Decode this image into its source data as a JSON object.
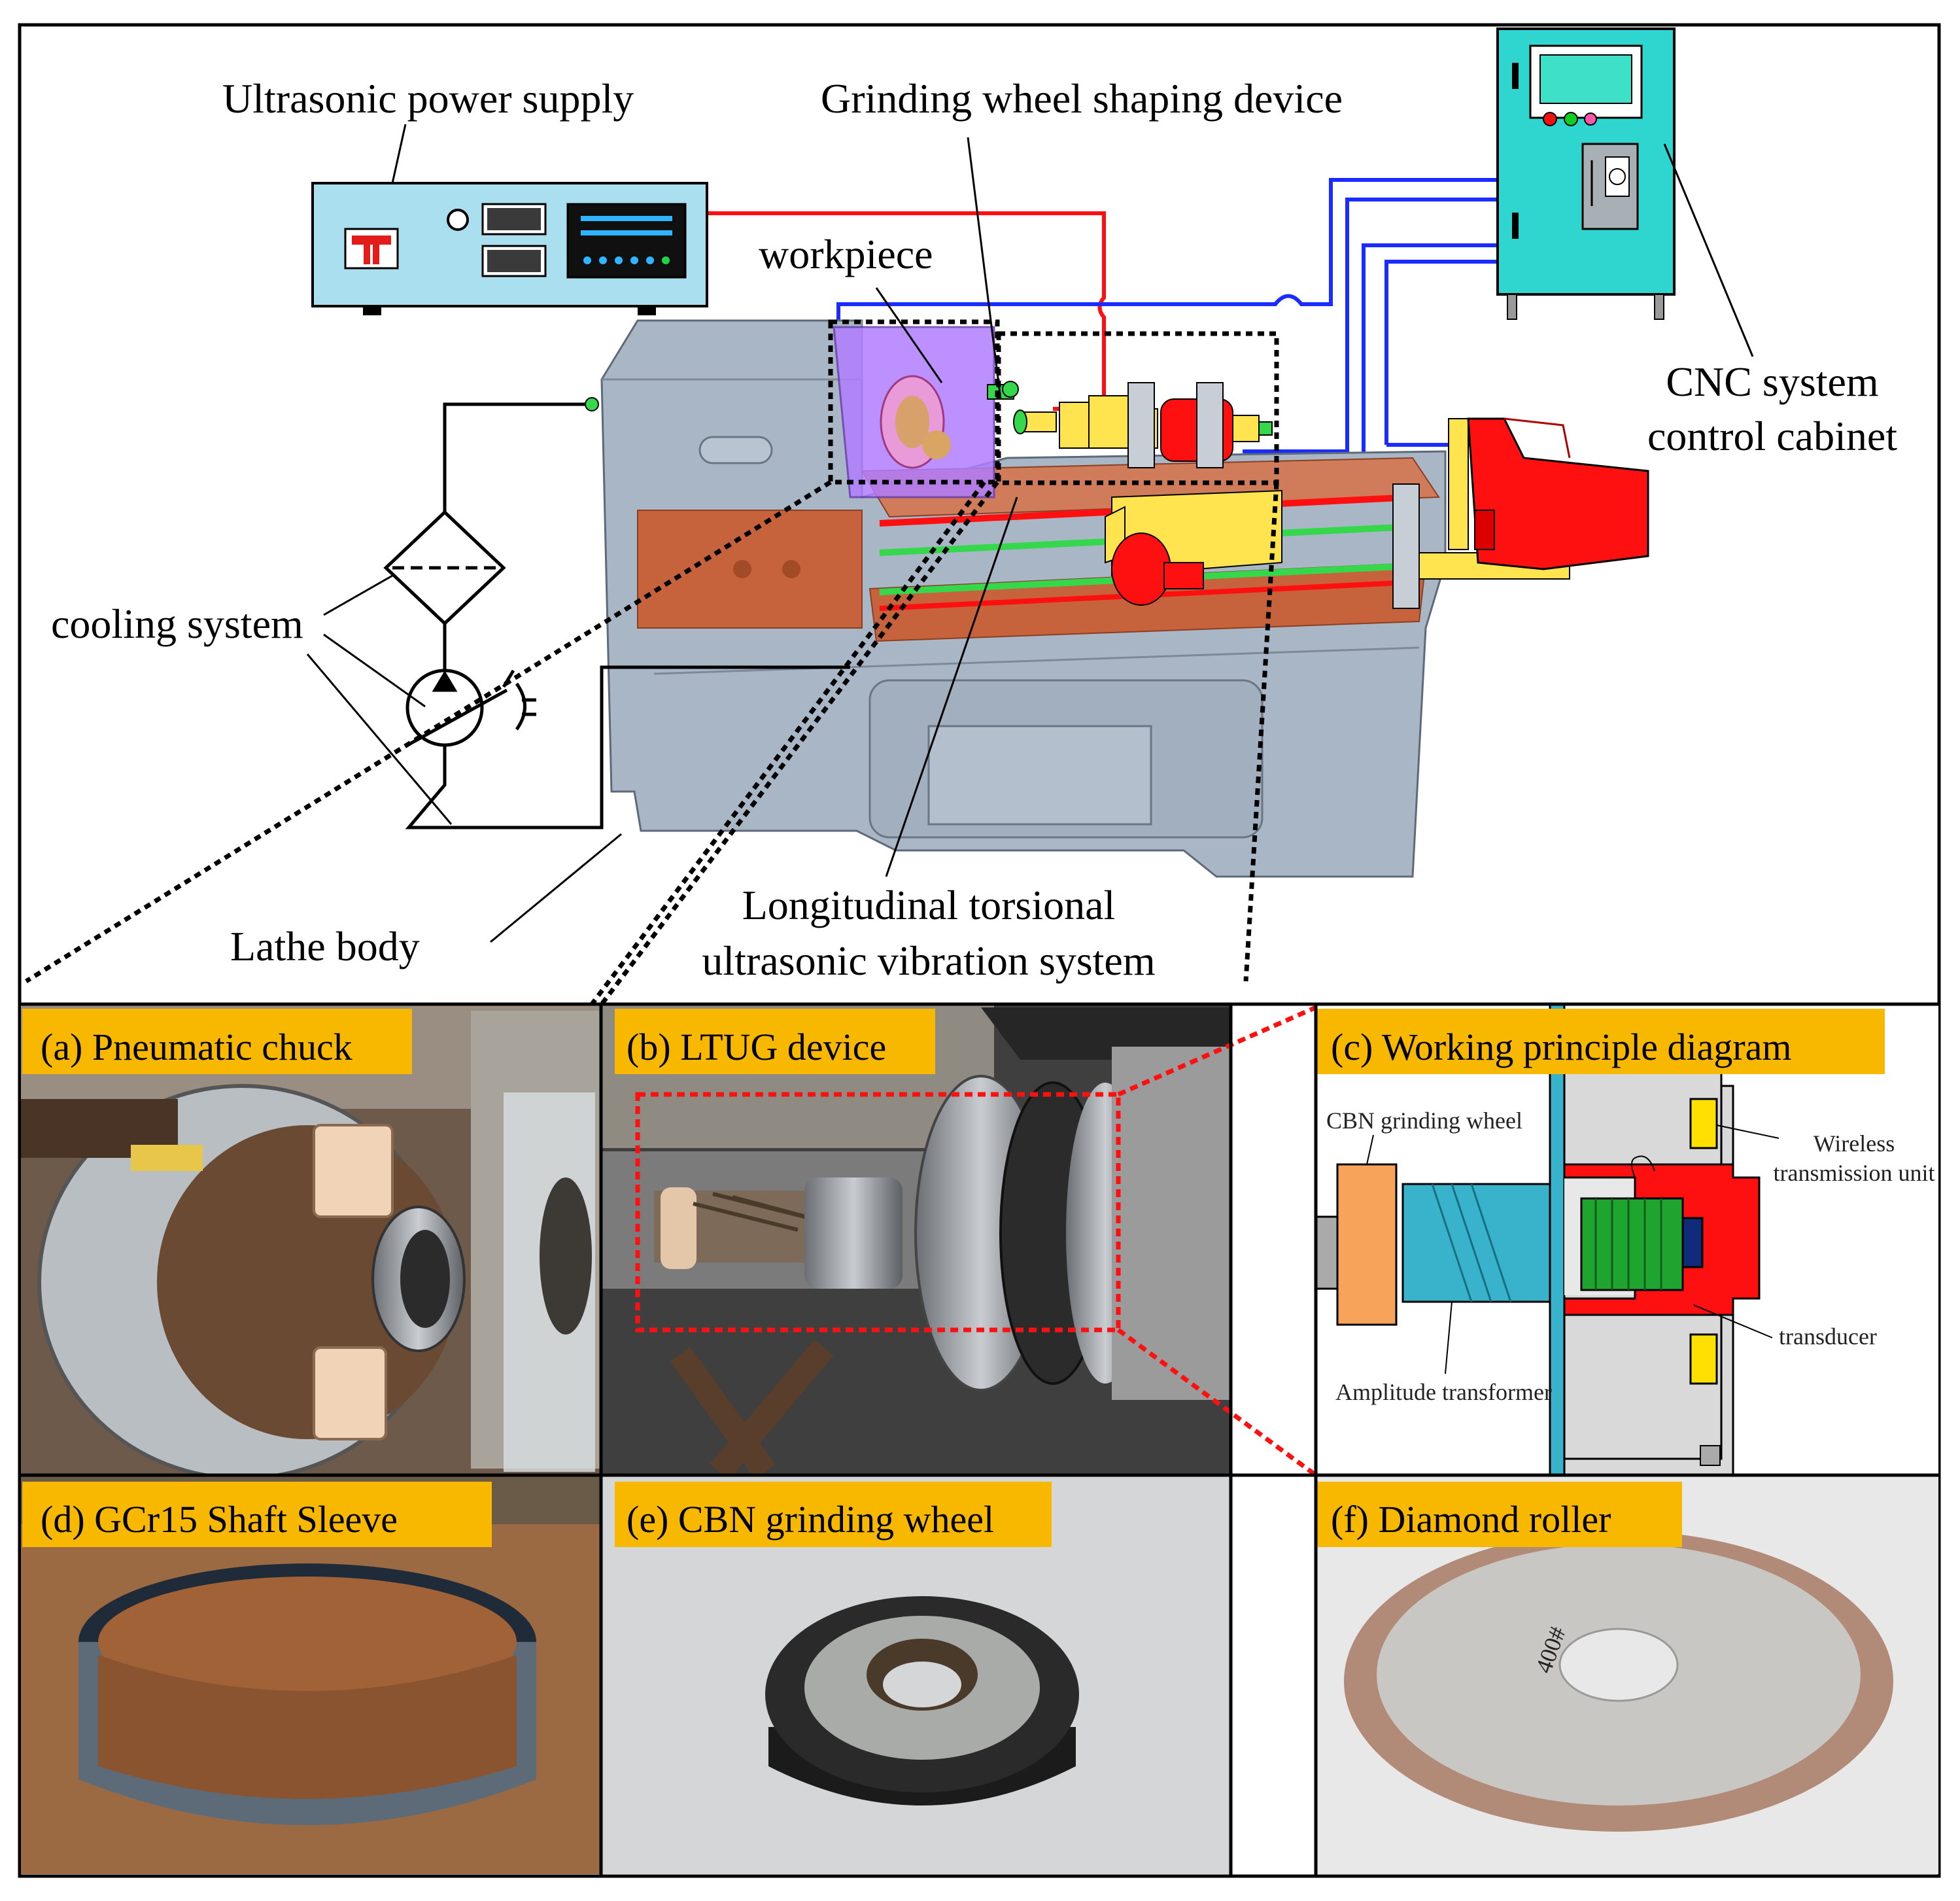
{
  "top": {
    "ultrasonic_power_supply": "Ultrasonic power supply",
    "grinding_wheel_shaping_device": "Grinding wheel shaping device",
    "workpiece": "workpiece",
    "cnc_line1": "CNC system",
    "cnc_line2": "control cabinet",
    "cooling_system": "cooling system",
    "lathe_body": "Lathe body",
    "ltus_line1": "Longitudinal torsional",
    "ltus_line2": "ultrasonic vibration system"
  },
  "panels": {
    "a": "(a) Pneumatic chuck",
    "b": "(b) LTUG device",
    "c": "(c)  Working principle diagram",
    "d": "(d) GCr15 Shaft Sleeve",
    "e": "(e) CBN grinding wheel",
    "f": "(f) Diamond roller"
  },
  "principle": {
    "cbn_wheel": "CBN grinding wheel",
    "wireless_line1": "Wireless",
    "wireless_line2": "transmission unit",
    "transducer": "transducer",
    "amplitude": "Amplitude transformer"
  },
  "roller_marking": "400#",
  "colors": {
    "cabinet": "#2fd6cf",
    "power_supply": "#a9dfee",
    "lathe": "#a9b6c6",
    "copper": "#c7633c",
    "red": "#ff1010",
    "blue_wire": "#1a2cff",
    "tag": "#f8b800",
    "purple": "#b27dff"
  }
}
